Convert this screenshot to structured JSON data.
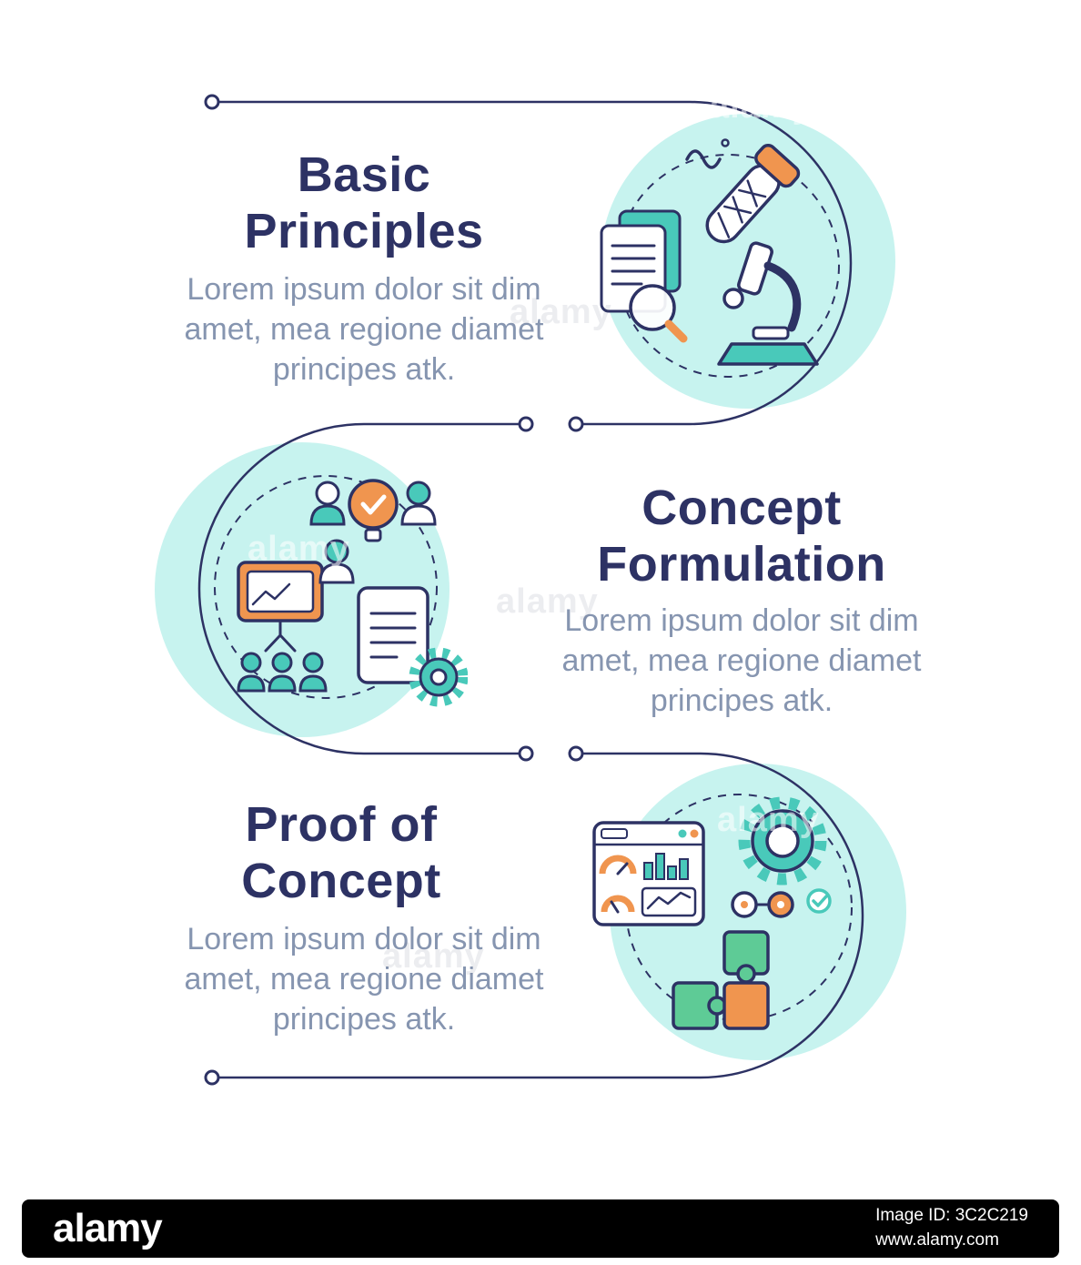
{
  "steps": [
    {
      "heading": "Basic Principles",
      "body": "Lorem ipsum dolor sit dim amet, mea regione diamet principes atk."
    },
    {
      "heading": "Concept Formulation",
      "body": "Lorem ipsum dolor sit dim amet, mea regione diamet principes atk."
    },
    {
      "heading": "Proof of Concept",
      "body": "Lorem ipsum dolor sit dim amet, mea regione diamet principes atk."
    }
  ],
  "icons": {
    "step1": [
      "documents-magnifier-icon",
      "test-tube-dna-icon",
      "microscope-icon"
    ],
    "step2": [
      "presentation-audience-icon",
      "team-lightbulb-icon",
      "document-gear-icon"
    ],
    "step3": [
      "dashboard-gauges-icon",
      "gear-pulley-check-icon",
      "puzzle-pieces-icon"
    ]
  },
  "colors": {
    "heading": "#2d3264",
    "body_text": "#8695b0",
    "line": "#2d3264",
    "highlight_circle": "#c7f3ef",
    "accent_teal": "#49c9ba",
    "accent_orange": "#f0954f",
    "accent_green": "#5ecb96",
    "watermark_bar": "#000000"
  },
  "watermark": {
    "brand": "alamy",
    "overlay_text": "alamy",
    "image_id": "Image ID: 3C2C219",
    "url": "www.alamy.com"
  }
}
